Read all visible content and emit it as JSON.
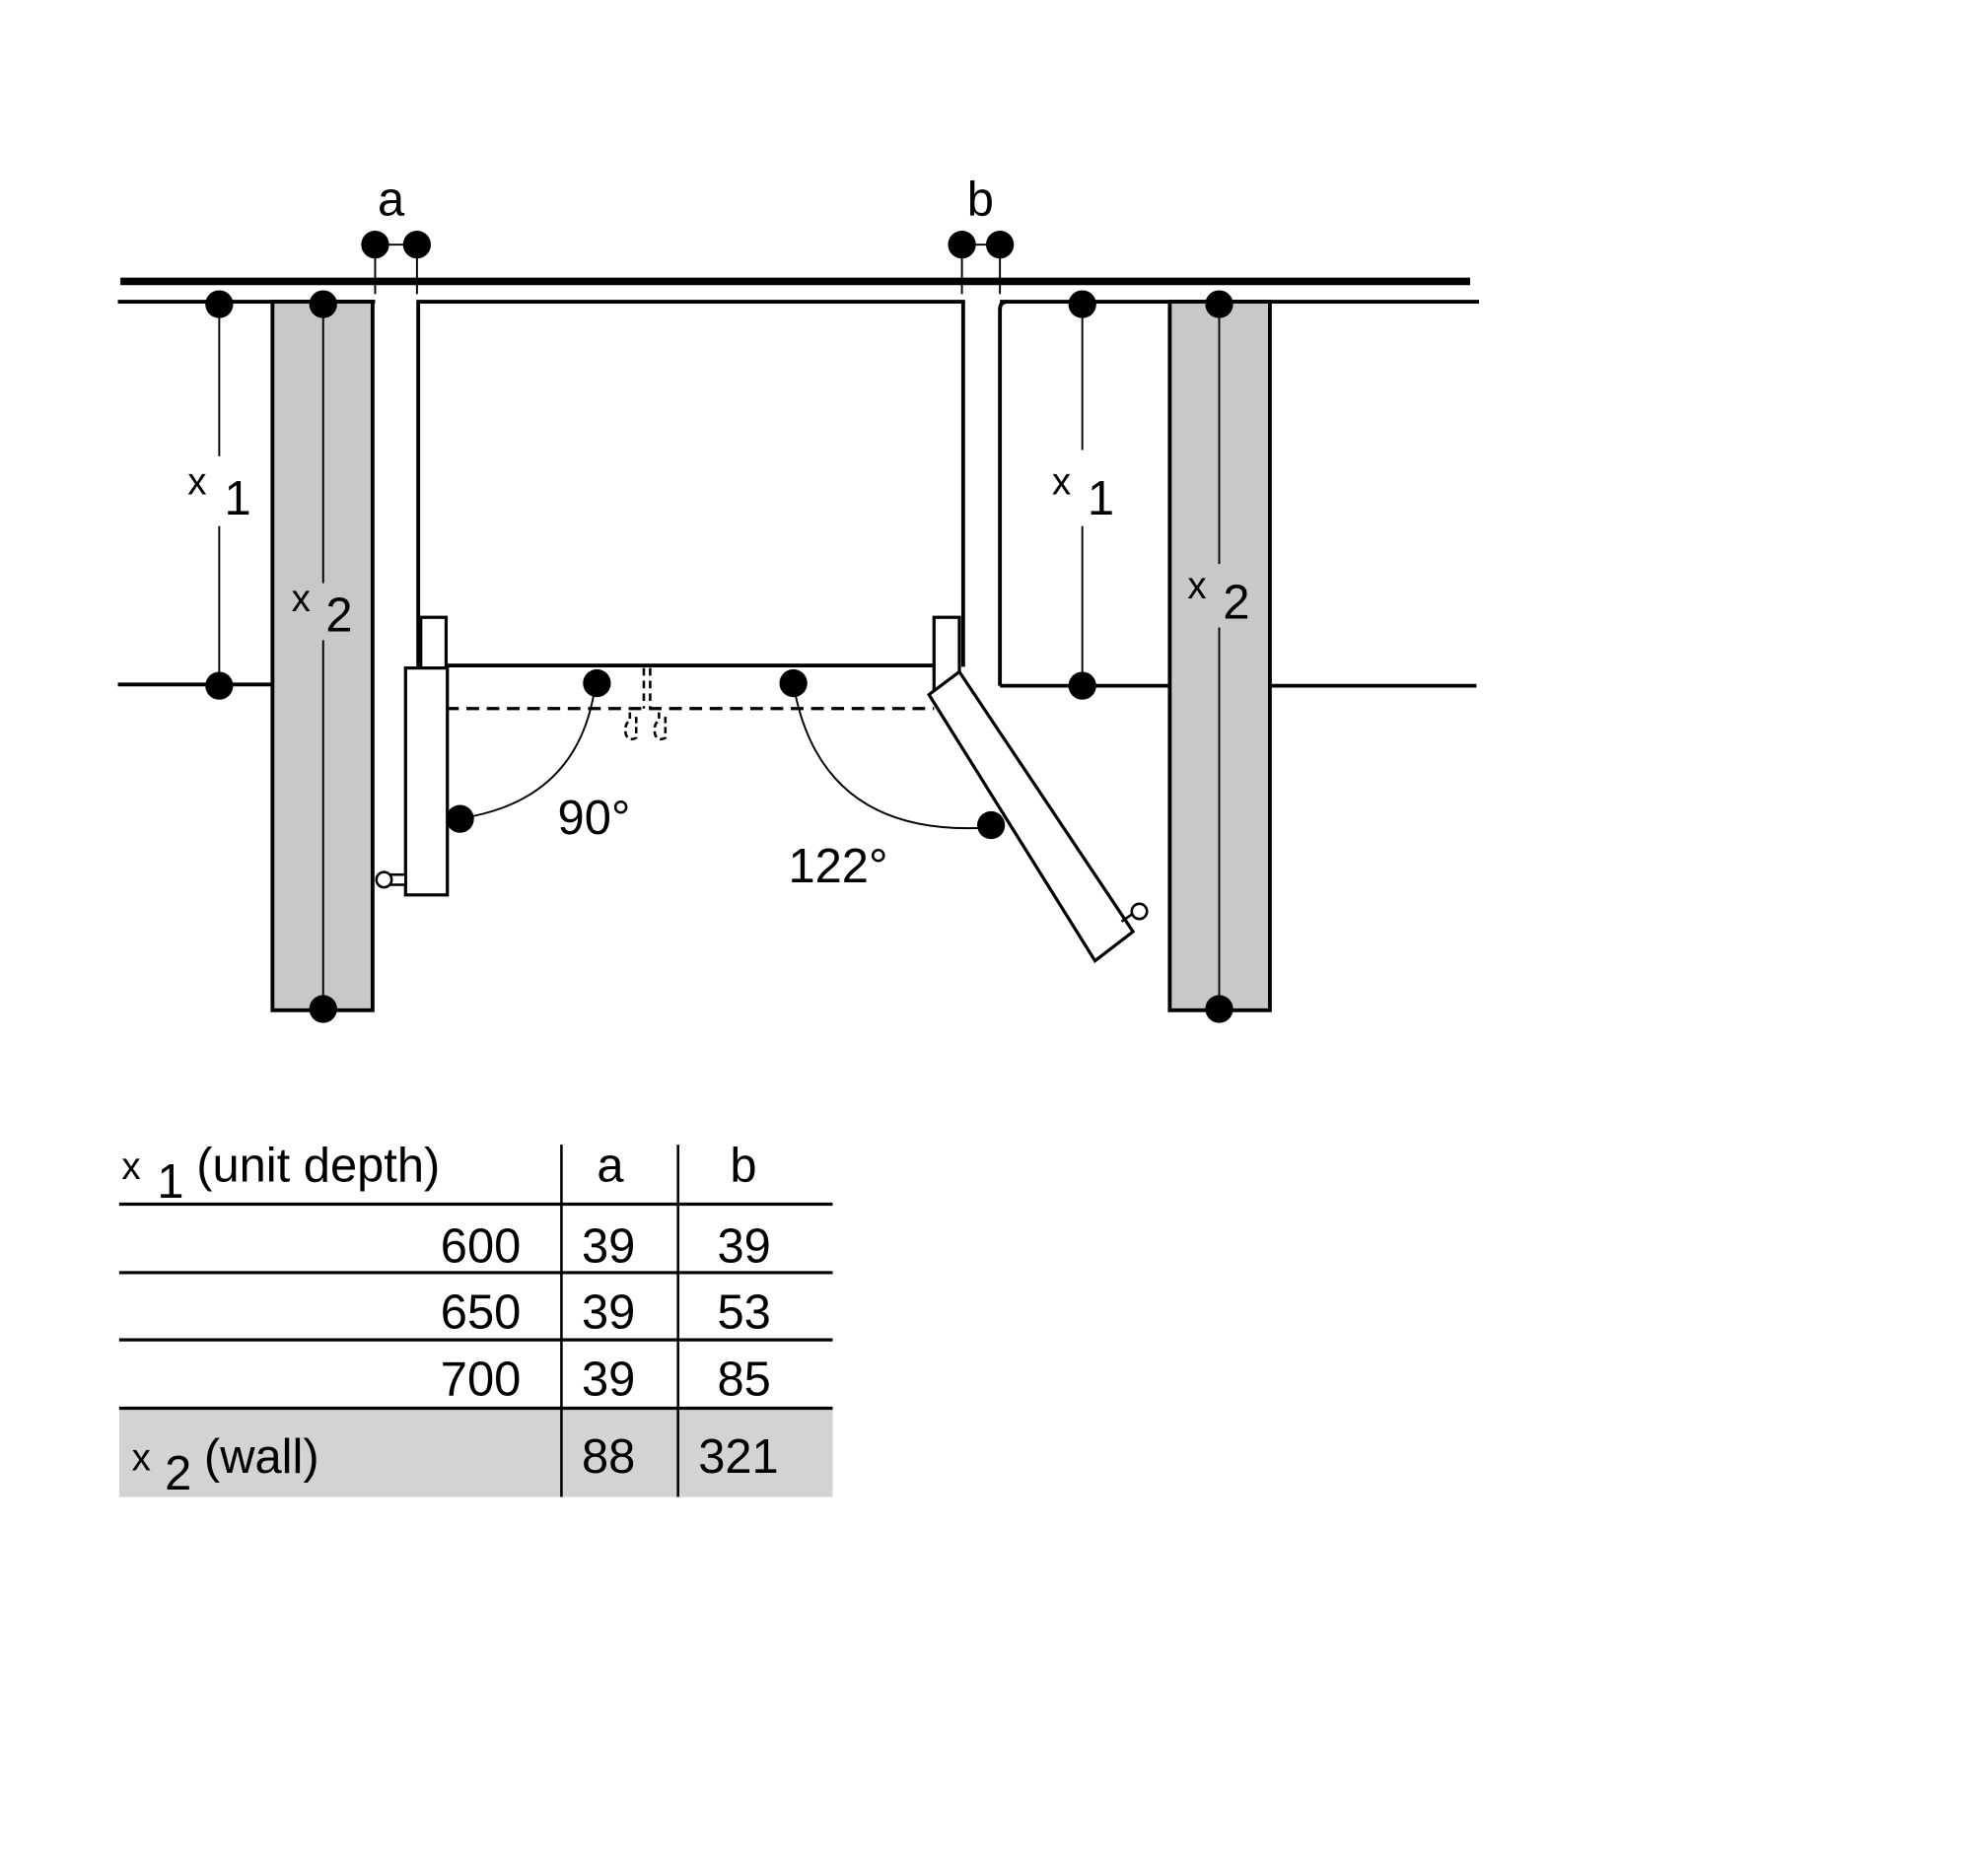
{
  "diagram": {
    "labels": {
      "gap_a": "a",
      "gap_b": "b",
      "x1_left": "x",
      "x1_left_sub": "1",
      "x2_left": "x",
      "x2_left_sub": "2",
      "x1_right": "x",
      "x1_right_sub": "1",
      "x2_right": "x",
      "x2_right_sub": "2",
      "angle_left": "90°",
      "angle_right": "122°"
    },
    "colors": {
      "wall_fill": "#c8c8c8",
      "line": "#000000",
      "table_highlight": "#d3d3d3"
    }
  },
  "table": {
    "header": {
      "label_x": "x",
      "label_sub": "1",
      "label_text": "(unit depth)",
      "col_a": "a",
      "col_b": "b"
    },
    "rows": [
      {
        "depth": "600",
        "a": "39",
        "b": "39"
      },
      {
        "depth": "650",
        "a": "39",
        "b": "53"
      },
      {
        "depth": "700",
        "a": "39",
        "b": "85"
      }
    ],
    "footer": {
      "label_x": "x",
      "label_sub": "2",
      "label_text": "(wall)",
      "a": "88",
      "b": "321"
    }
  }
}
